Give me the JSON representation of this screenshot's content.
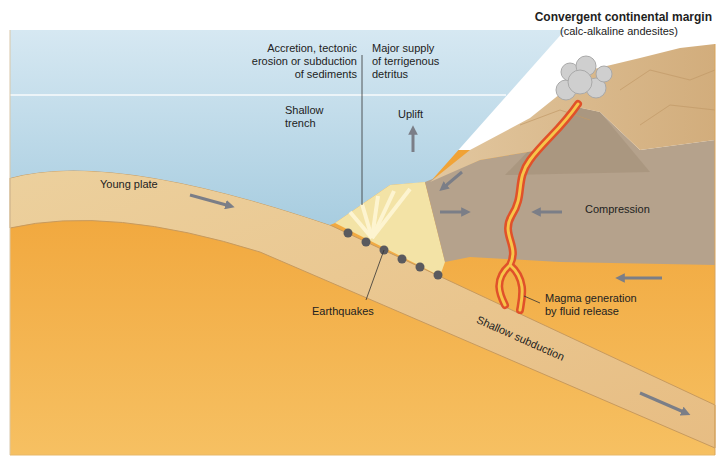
{
  "diagram": {
    "title": "Convergent continental margin",
    "labels": [
      "(calc-alkaline andesites)",
      "Accretion, tectonic erosion or subduction of sediments",
      "Major supply of terrigenous detritus",
      "Shallow trench",
      "Uplift",
      "Young plate",
      "Compression",
      "Earthquakes",
      "Magma generation by fluid release",
      "Shallow subduction"
    ]
  }
}
